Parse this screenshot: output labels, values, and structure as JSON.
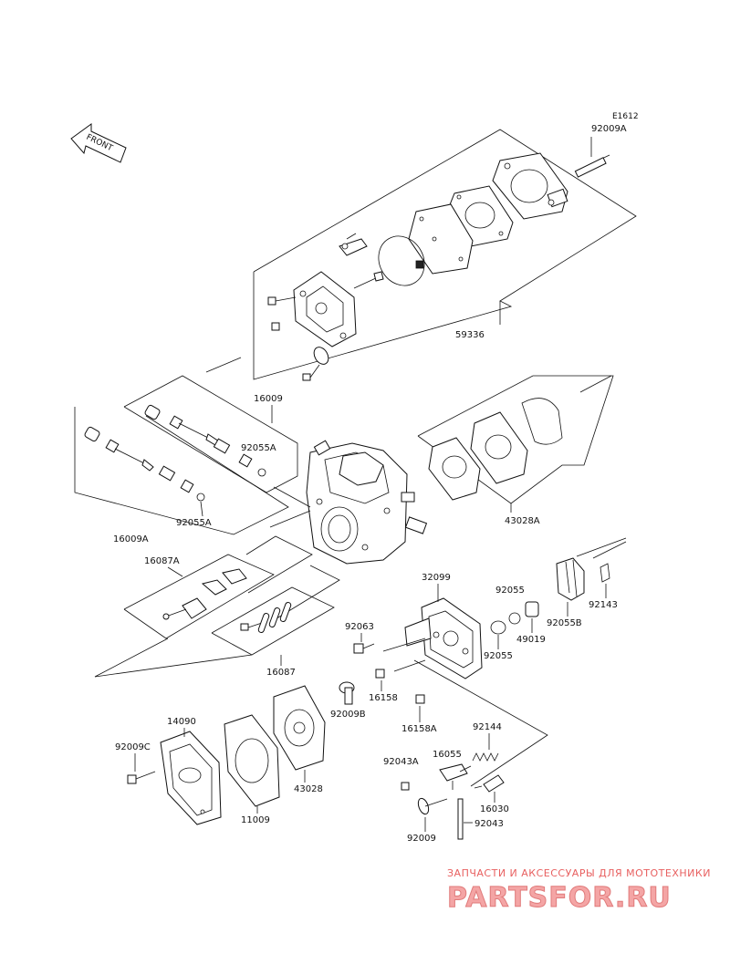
{
  "diagram": {
    "figure_code": "E1612",
    "front_label": "FRONT",
    "parts": {
      "p92009A": "92009A",
      "p59336": "59336",
      "p16009": "16009",
      "p92055A_1": "92055A",
      "p16009A": "16009A",
      "p92055A_2": "92055A",
      "p43028A": "43028A",
      "p16087A": "16087A",
      "p16087": "16087",
      "p32099": "32099",
      "p92055": "92055",
      "p92055_2": "92055",
      "p49019": "49019",
      "p92055B": "92055B",
      "p92143": "92143",
      "p92063": "92063",
      "p16158": "16158",
      "p16158A": "16158A",
      "p92009B": "92009B",
      "p14090": "14090",
      "p92009C": "92009C",
      "p43028": "43028",
      "p11009": "11009",
      "p92144": "92144",
      "p92043A": "92043A",
      "p16055": "16055",
      "p16030": "16030",
      "p92009": "92009",
      "p92043": "92043"
    }
  },
  "watermark": {
    "tagline": "ЗАПЧАСТИ И АКСЕССУАРЫ ДЛЯ МОТОТЕХНИКИ",
    "logo": "PARTSFOR.RU",
    "color": "#e86060"
  }
}
